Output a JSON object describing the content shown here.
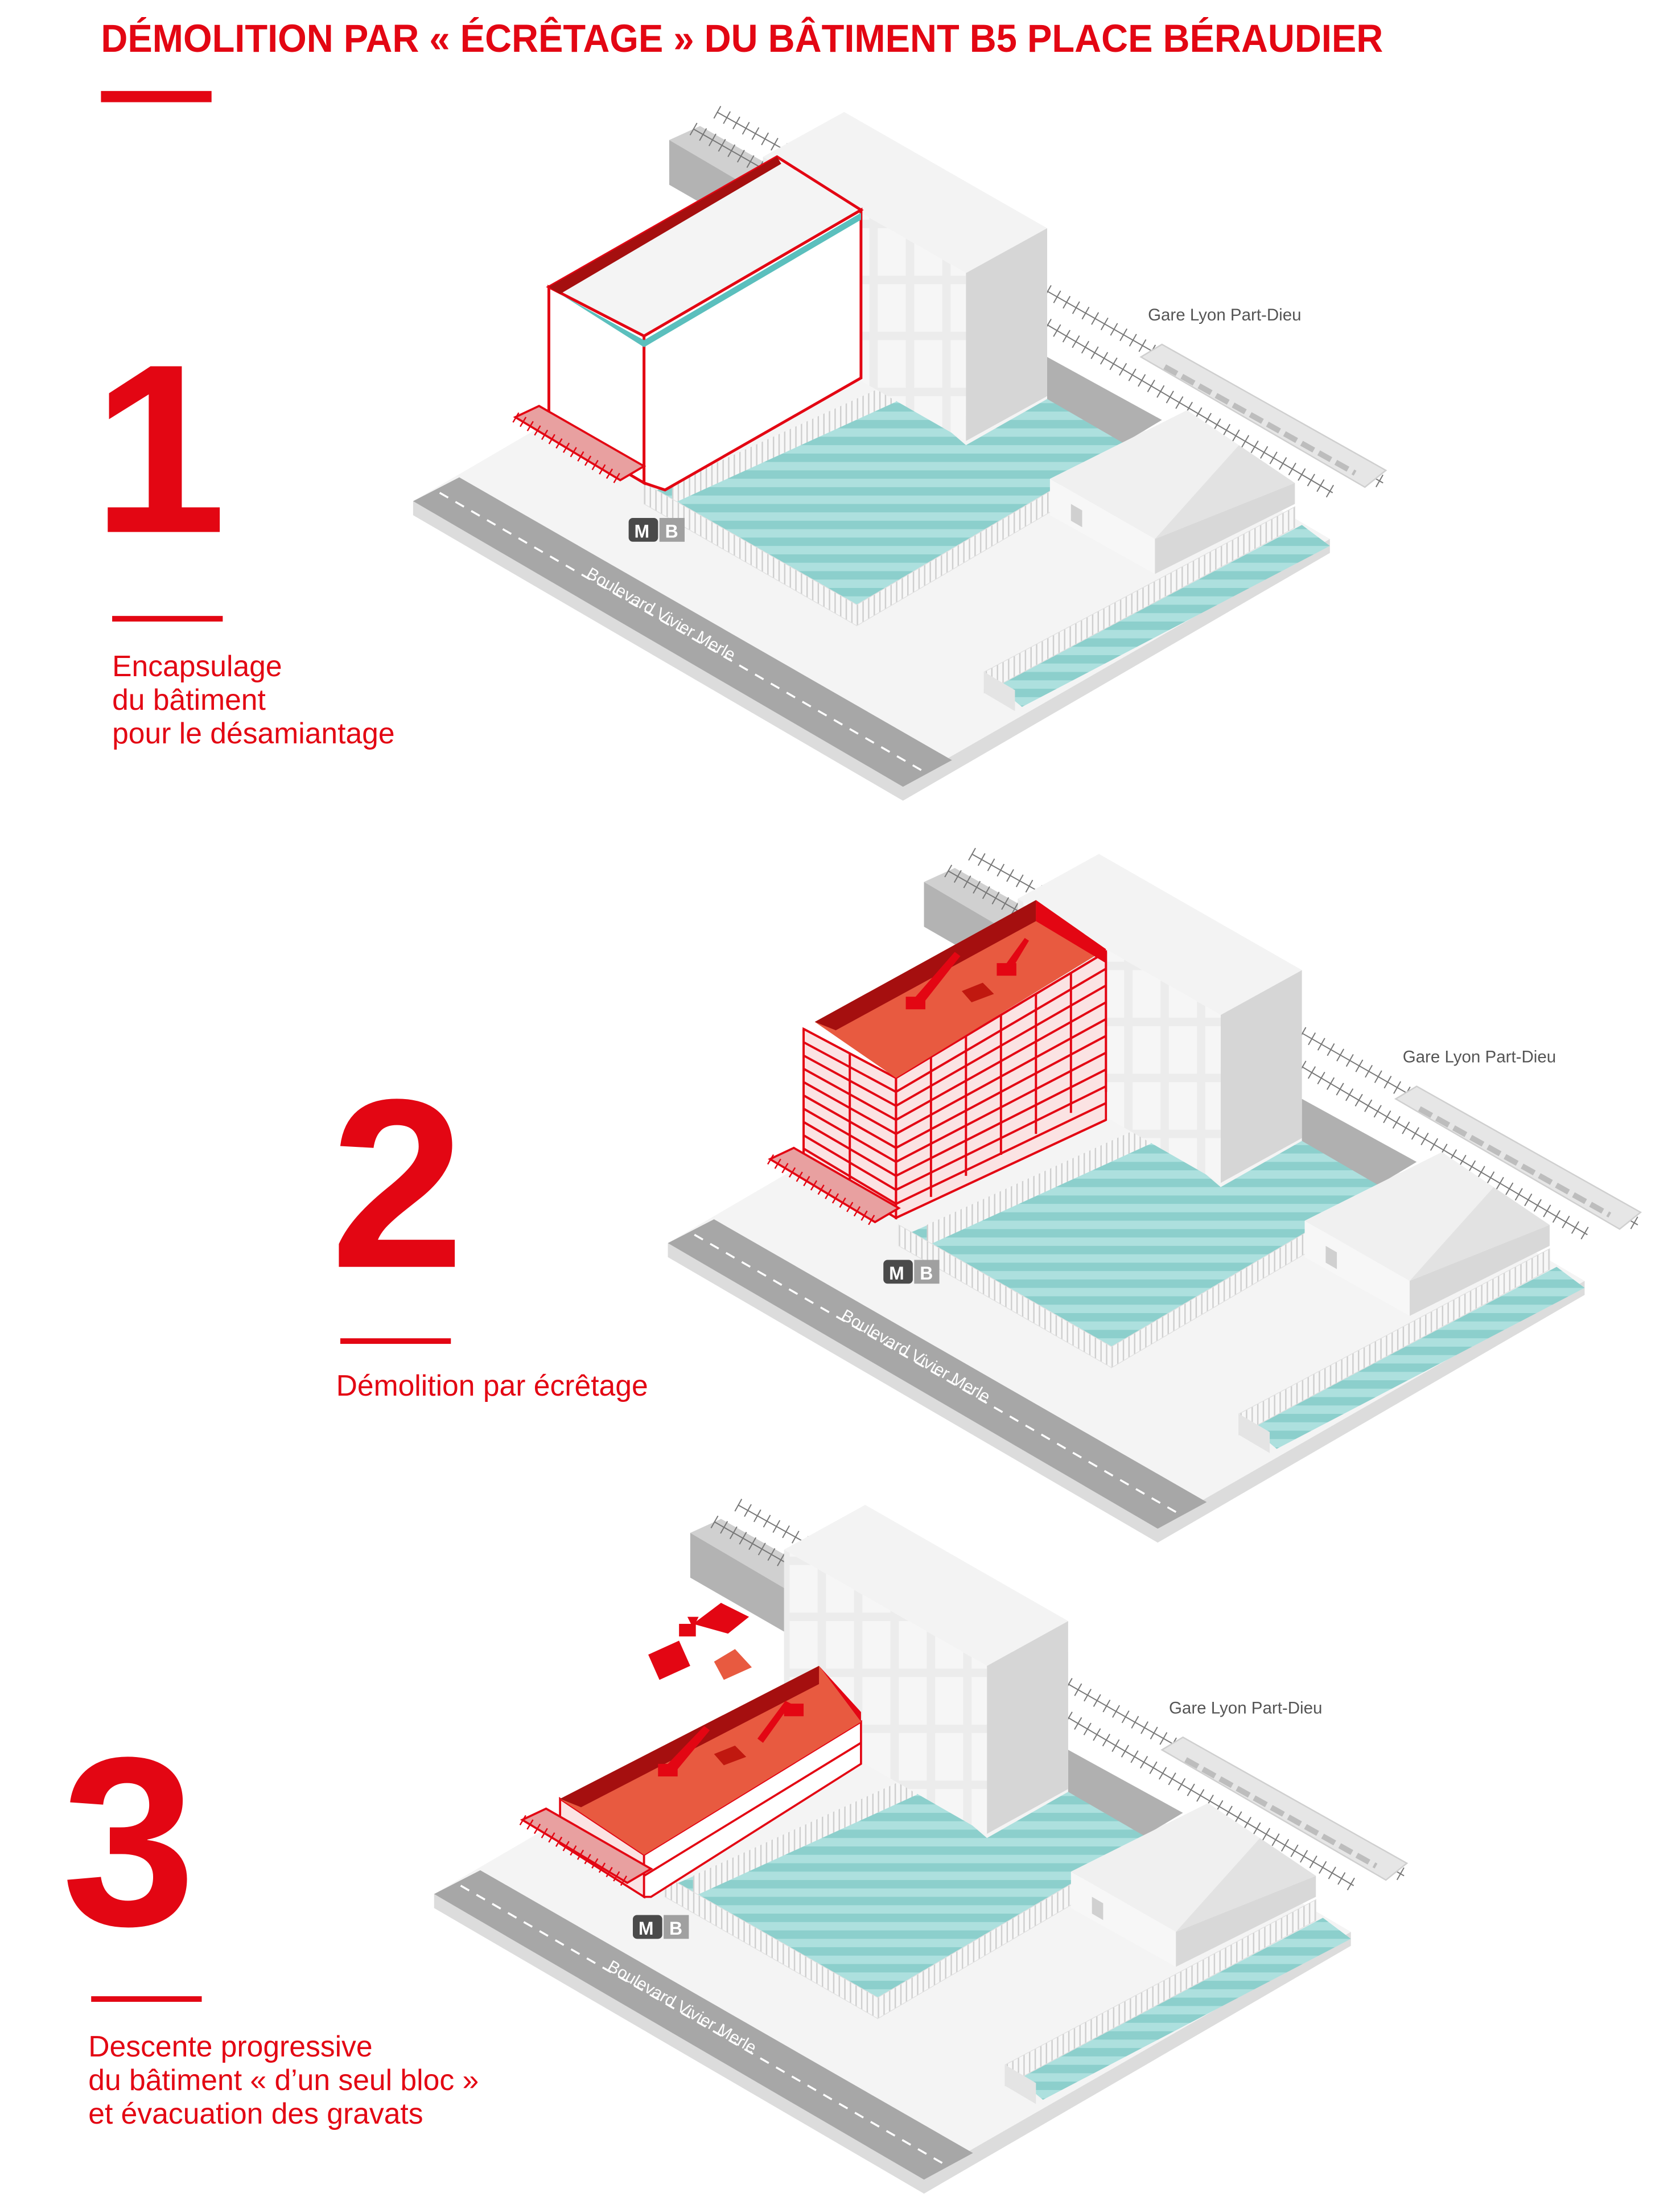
{
  "title": "DÉMOLITION PAR « ÉCRÊTAGE » DU BÂTIMENT B5 PLACE BÉRAUDIER",
  "steps": [
    {
      "number": "1",
      "lines": [
        "Encapsulage",
        "du bâtiment",
        "pour le désamiantage"
      ]
    },
    {
      "number": "2",
      "lines": [
        "Démolition par écrêtage"
      ]
    },
    {
      "number": "3",
      "lines": [
        "Descente progressive",
        "du bâtiment « d’un seul bloc »",
        "et évacuation des gravats"
      ]
    }
  ],
  "map_labels": {
    "station": "Gare Lyon Part-Dieu",
    "road": "Boulevard Vivier Merle",
    "metro_badge": "M",
    "metro_line": "B"
  },
  "colors": {
    "accent": "#e30613",
    "dark_red": "#a50f0f",
    "demolition_floor": "#e85a40",
    "courtyard": "#8ccfcc",
    "road": "#a7a7a7"
  }
}
